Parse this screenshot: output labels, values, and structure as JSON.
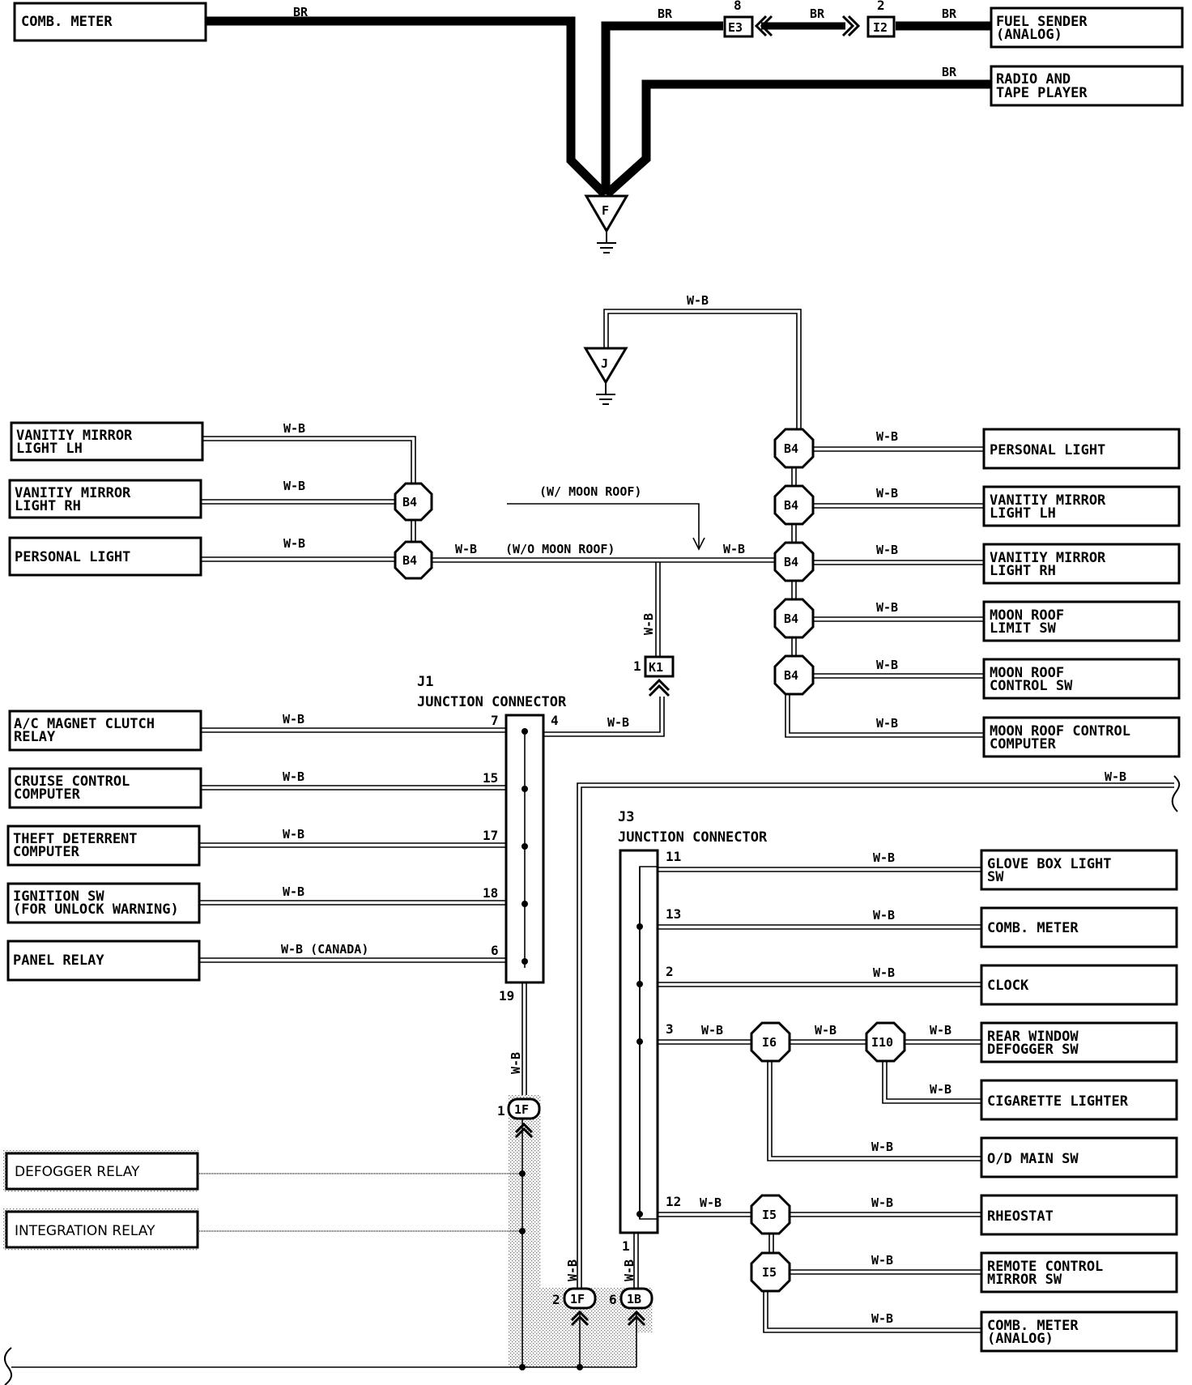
{
  "top_section": {
    "comb_meter": "COMB. METER",
    "fuel_sender": [
      "FUEL SENDER",
      "(ANALOG)"
    ],
    "radio": [
      "RADIO AND",
      "TAPE PLAYER"
    ],
    "wire_br": "BR",
    "e3_pin": "8",
    "e3": "E3",
    "i2_pin": "2",
    "i2": "I2",
    "ground_f": "F"
  },
  "middle_section": {
    "ground_j": "J",
    "wire_wb": "W-B",
    "b4": "B4",
    "with_moon_roof": "(W/ MOON ROOF)",
    "without_moon_roof": "(W/O MOON ROOF)",
    "left_boxes": [
      [
        "VANITIY MIRROR",
        "LIGHT LH"
      ],
      [
        "VANITIY MIRROR",
        "LIGHT RH"
      ],
      [
        "PERSONAL LIGHT"
      ]
    ],
    "right_boxes": [
      [
        "PERSONAL LIGHT"
      ],
      [
        "VANITIY MIRROR",
        "LIGHT LH"
      ],
      [
        "VANITIY MIRROR",
        "LIGHT RH"
      ],
      [
        "MOON ROOF",
        "LIMIT SW"
      ],
      [
        "MOON ROOF",
        "CONTROL SW"
      ],
      [
        "MOON ROOF CONTROL",
        "COMPUTER"
      ]
    ],
    "k1_pin": "1",
    "k1": "K1"
  },
  "j1": {
    "id": "J1",
    "title": "JUNCTION CONNECTOR",
    "out_pin": "4",
    "bottom_pin": "19",
    "rows": [
      {
        "box": [
          "A/C MAGNET CLUTCH",
          "RELAY"
        ],
        "wire": "W-B",
        "pin": "7"
      },
      {
        "box": [
          "CRUISE CONTROL",
          "COMPUTER"
        ],
        "wire": "W-B",
        "pin": "15"
      },
      {
        "box": [
          "THEFT DETERRENT",
          "COMPUTER"
        ],
        "wire": "W-B",
        "pin": "17"
      },
      {
        "box": [
          "IGNITION SW",
          "(FOR UNLOCK WARNING)"
        ],
        "wire": "W-B",
        "pin": "18"
      },
      {
        "box": [
          "PANEL RELAY"
        ],
        "wire": "W-B (CANADA)",
        "pin": "6"
      }
    ]
  },
  "lower_left": {
    "defogger_relay": "DEFOGGER RELAY",
    "integration_relay": "INTEGRATION RELAY",
    "c1f_pin": "1",
    "c1f": "1F",
    "c2f_pin": "2",
    "c2f": "1F",
    "c1b_pin": "6",
    "c1b": "1B",
    "j3_bottom_pin": "1"
  },
  "j3": {
    "id": "J3",
    "title": "JUNCTION CONNECTOR",
    "pins": [
      "11",
      "13",
      "2",
      "3",
      "12"
    ],
    "boxes": [
      [
        "GLOVE BOX LIGHT",
        "SW"
      ],
      [
        "COMB. METER"
      ],
      [
        "CLOCK"
      ],
      [
        "REAR WINDOW",
        "DEFOGGER SW"
      ],
      [
        "CIGARETTE LIGHTER"
      ],
      [
        "O/D MAIN SW"
      ],
      [
        "RHEOSTAT"
      ],
      [
        "REMOTE CONTROL",
        "MIRROR SW"
      ],
      [
        "COMB. METER",
        "(ANALOG)"
      ]
    ],
    "i6": "I6",
    "i10": "I10",
    "i5": "I5"
  }
}
